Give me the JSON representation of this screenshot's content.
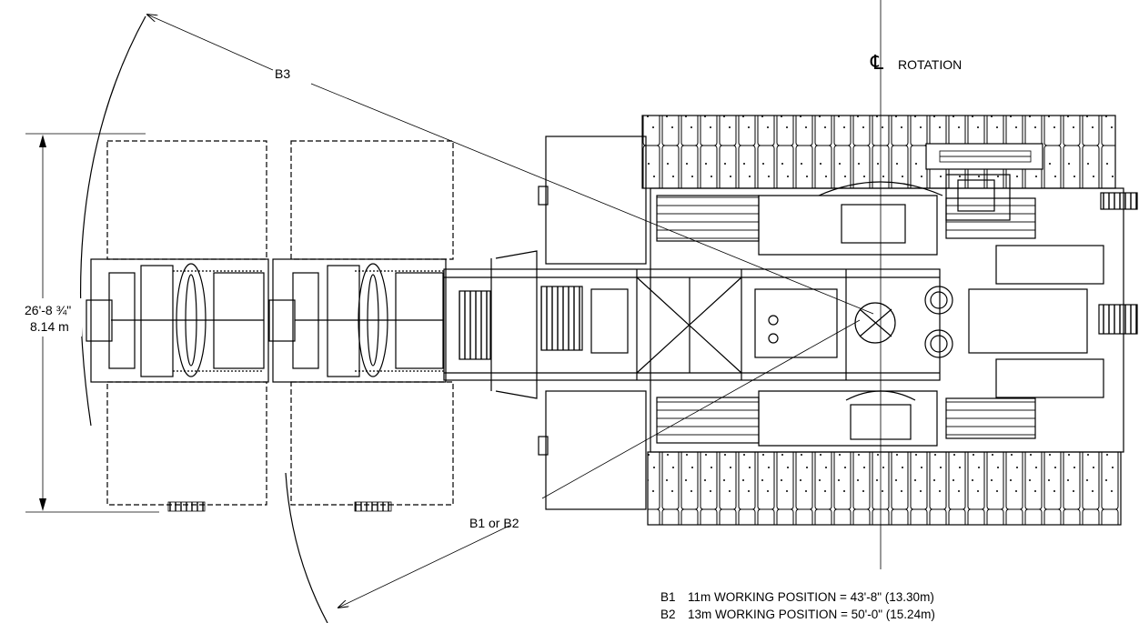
{
  "labels": {
    "rotation_symbol": "℄",
    "rotation": "ROTATION",
    "b3": "B3",
    "b1_b2": "B1 or B2",
    "width_imperial": "26'-8 ¾\"",
    "width_metric": "8.14 m"
  },
  "legend": [
    {
      "key": "B1",
      "text": "11m WORKING POSITION = 43'-8\" (13.30m)"
    },
    {
      "key": "B2",
      "text": "13m WORKING POSITION = 50'-0\" (15.24m)"
    }
  ]
}
